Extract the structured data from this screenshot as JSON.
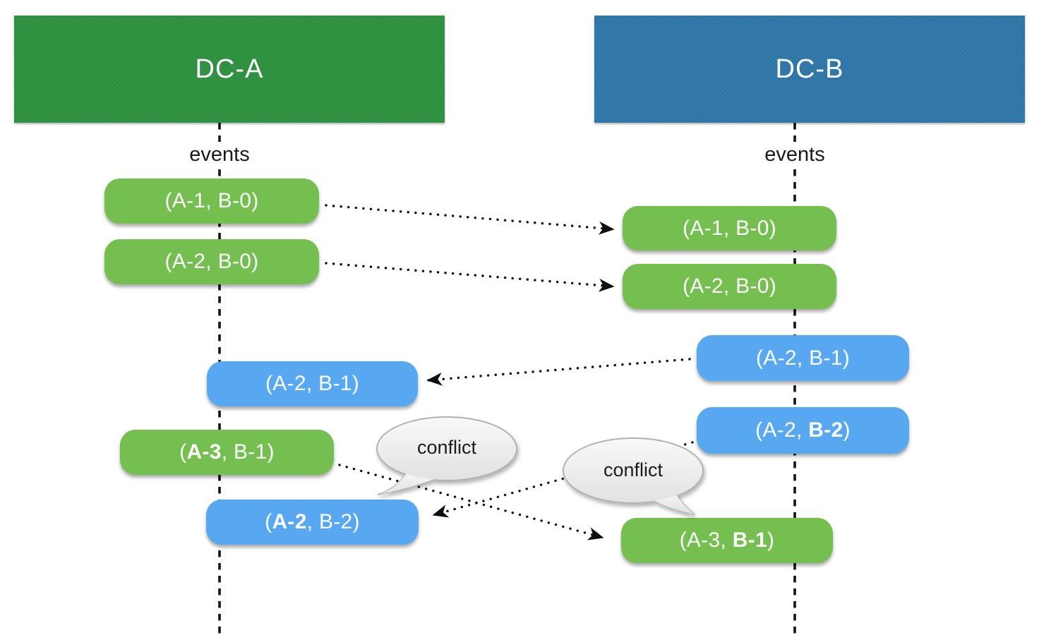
{
  "diagram": {
    "dc_a": {
      "title": "DC-A",
      "events_label": "events",
      "color": "#2e9140"
    },
    "dc_b": {
      "title": "DC-B",
      "events_label": "events",
      "color": "#2f77a8"
    },
    "pill_colors": {
      "green": "#74bf4f",
      "blue": "#57a7f1"
    },
    "pills": {
      "a1": {
        "prefix": "(A-1, B-0)",
        "bold": "",
        "suffix": ""
      },
      "a2": {
        "prefix": "(A-2, B-0)",
        "bold": "",
        "suffix": ""
      },
      "a3": {
        "prefix": "(A-2, B-1)",
        "bold": "",
        "suffix": ""
      },
      "a4": {
        "prefix": "(",
        "bold": "A-3",
        "suffix": ", B-1)"
      },
      "a5": {
        "prefix": "(",
        "bold": "A-2",
        "suffix": ", B-2)"
      },
      "b1": {
        "prefix": "(A-1, B-0)",
        "bold": "",
        "suffix": ""
      },
      "b2": {
        "prefix": "(A-2, B-0)",
        "bold": "",
        "suffix": ""
      },
      "b3": {
        "prefix": "(A-2, B-1)",
        "bold": "",
        "suffix": ""
      },
      "b4": {
        "prefix": "(A-2, ",
        "bold": "B-2",
        "suffix": ")"
      },
      "b5": {
        "prefix": "(A-3, ",
        "bold": "B-1",
        "suffix": ")"
      }
    },
    "callouts": {
      "left": {
        "label": "conflict"
      },
      "right": {
        "label": "conflict"
      }
    }
  }
}
